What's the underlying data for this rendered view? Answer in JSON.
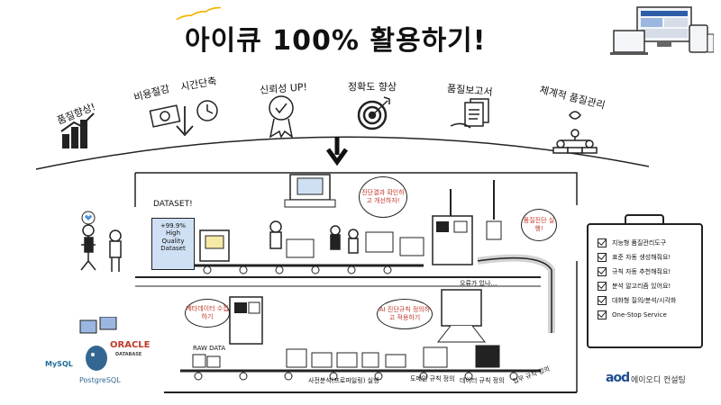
{
  "title": "아이큐 100% 활용하기!",
  "benefits": [
    {
      "id": "speed",
      "label": "품질향상!",
      "icon": "chart-up-icon"
    },
    {
      "id": "cost",
      "label": "비용절감",
      "icon": "money-icon"
    },
    {
      "id": "time",
      "label": "시간단축",
      "icon": "clock-icon"
    },
    {
      "id": "trust",
      "label": "신뢰성 UP!",
      "icon": "medal-icon"
    },
    {
      "id": "accuracy",
      "label": "정확도 향상",
      "icon": "target-icon"
    },
    {
      "id": "report",
      "label": "품질보고서",
      "icon": "document-icon"
    },
    {
      "id": "org",
      "label": "체계적 품질관리",
      "icon": "org-chart-icon"
    }
  ],
  "factory": {
    "dataset_note": "DATASET!",
    "dataset_box": [
      "+99.9%",
      "High",
      "Quality",
      "Dataset"
    ],
    "raw_data": "RAW DATA",
    "bubbles": [
      {
        "id": "diagnose",
        "text": "진단결과 확인하고 개선하자!"
      },
      {
        "id": "auto_quality",
        "text": "품질진단 실행!"
      },
      {
        "id": "metadata",
        "text": "메타데이터 수집하기"
      },
      {
        "id": "ai_rules",
        "text": "AI 진단규칙 정의하고 적용하기"
      }
    ],
    "stage_labels": [
      {
        "id": "profiling",
        "text": "사전분석(프로파일링) 실행"
      },
      {
        "id": "domain",
        "text": "도메인 규칙 정의"
      },
      {
        "id": "data_rule",
        "text": "데이터 규칙 정의"
      },
      {
        "id": "business",
        "text": "업무 규칙 정의"
      }
    ],
    "misc_note": "오류가 있나…"
  },
  "databases": {
    "mysql": "MySQL",
    "oracle": "ORACLE",
    "oracle_sub": "DATABASE",
    "postgres": "PostgreSQL"
  },
  "checklist": [
    "지능형 품질관리도구",
    "표준 자동 생성해줘요!",
    "규칙 자동 추천해줘요!",
    "분석 알고리즘 있어요!",
    "대화형 질의/분석/시각화",
    "One-Stop Service"
  ],
  "brand": {
    "mark": "aod",
    "name": "에이오디 컨설팅"
  },
  "colors": {
    "accent": "#f4b400",
    "bubble_text": "#c0392b",
    "brand": "#1e4f91",
    "dataset": "#cfe0f4"
  }
}
